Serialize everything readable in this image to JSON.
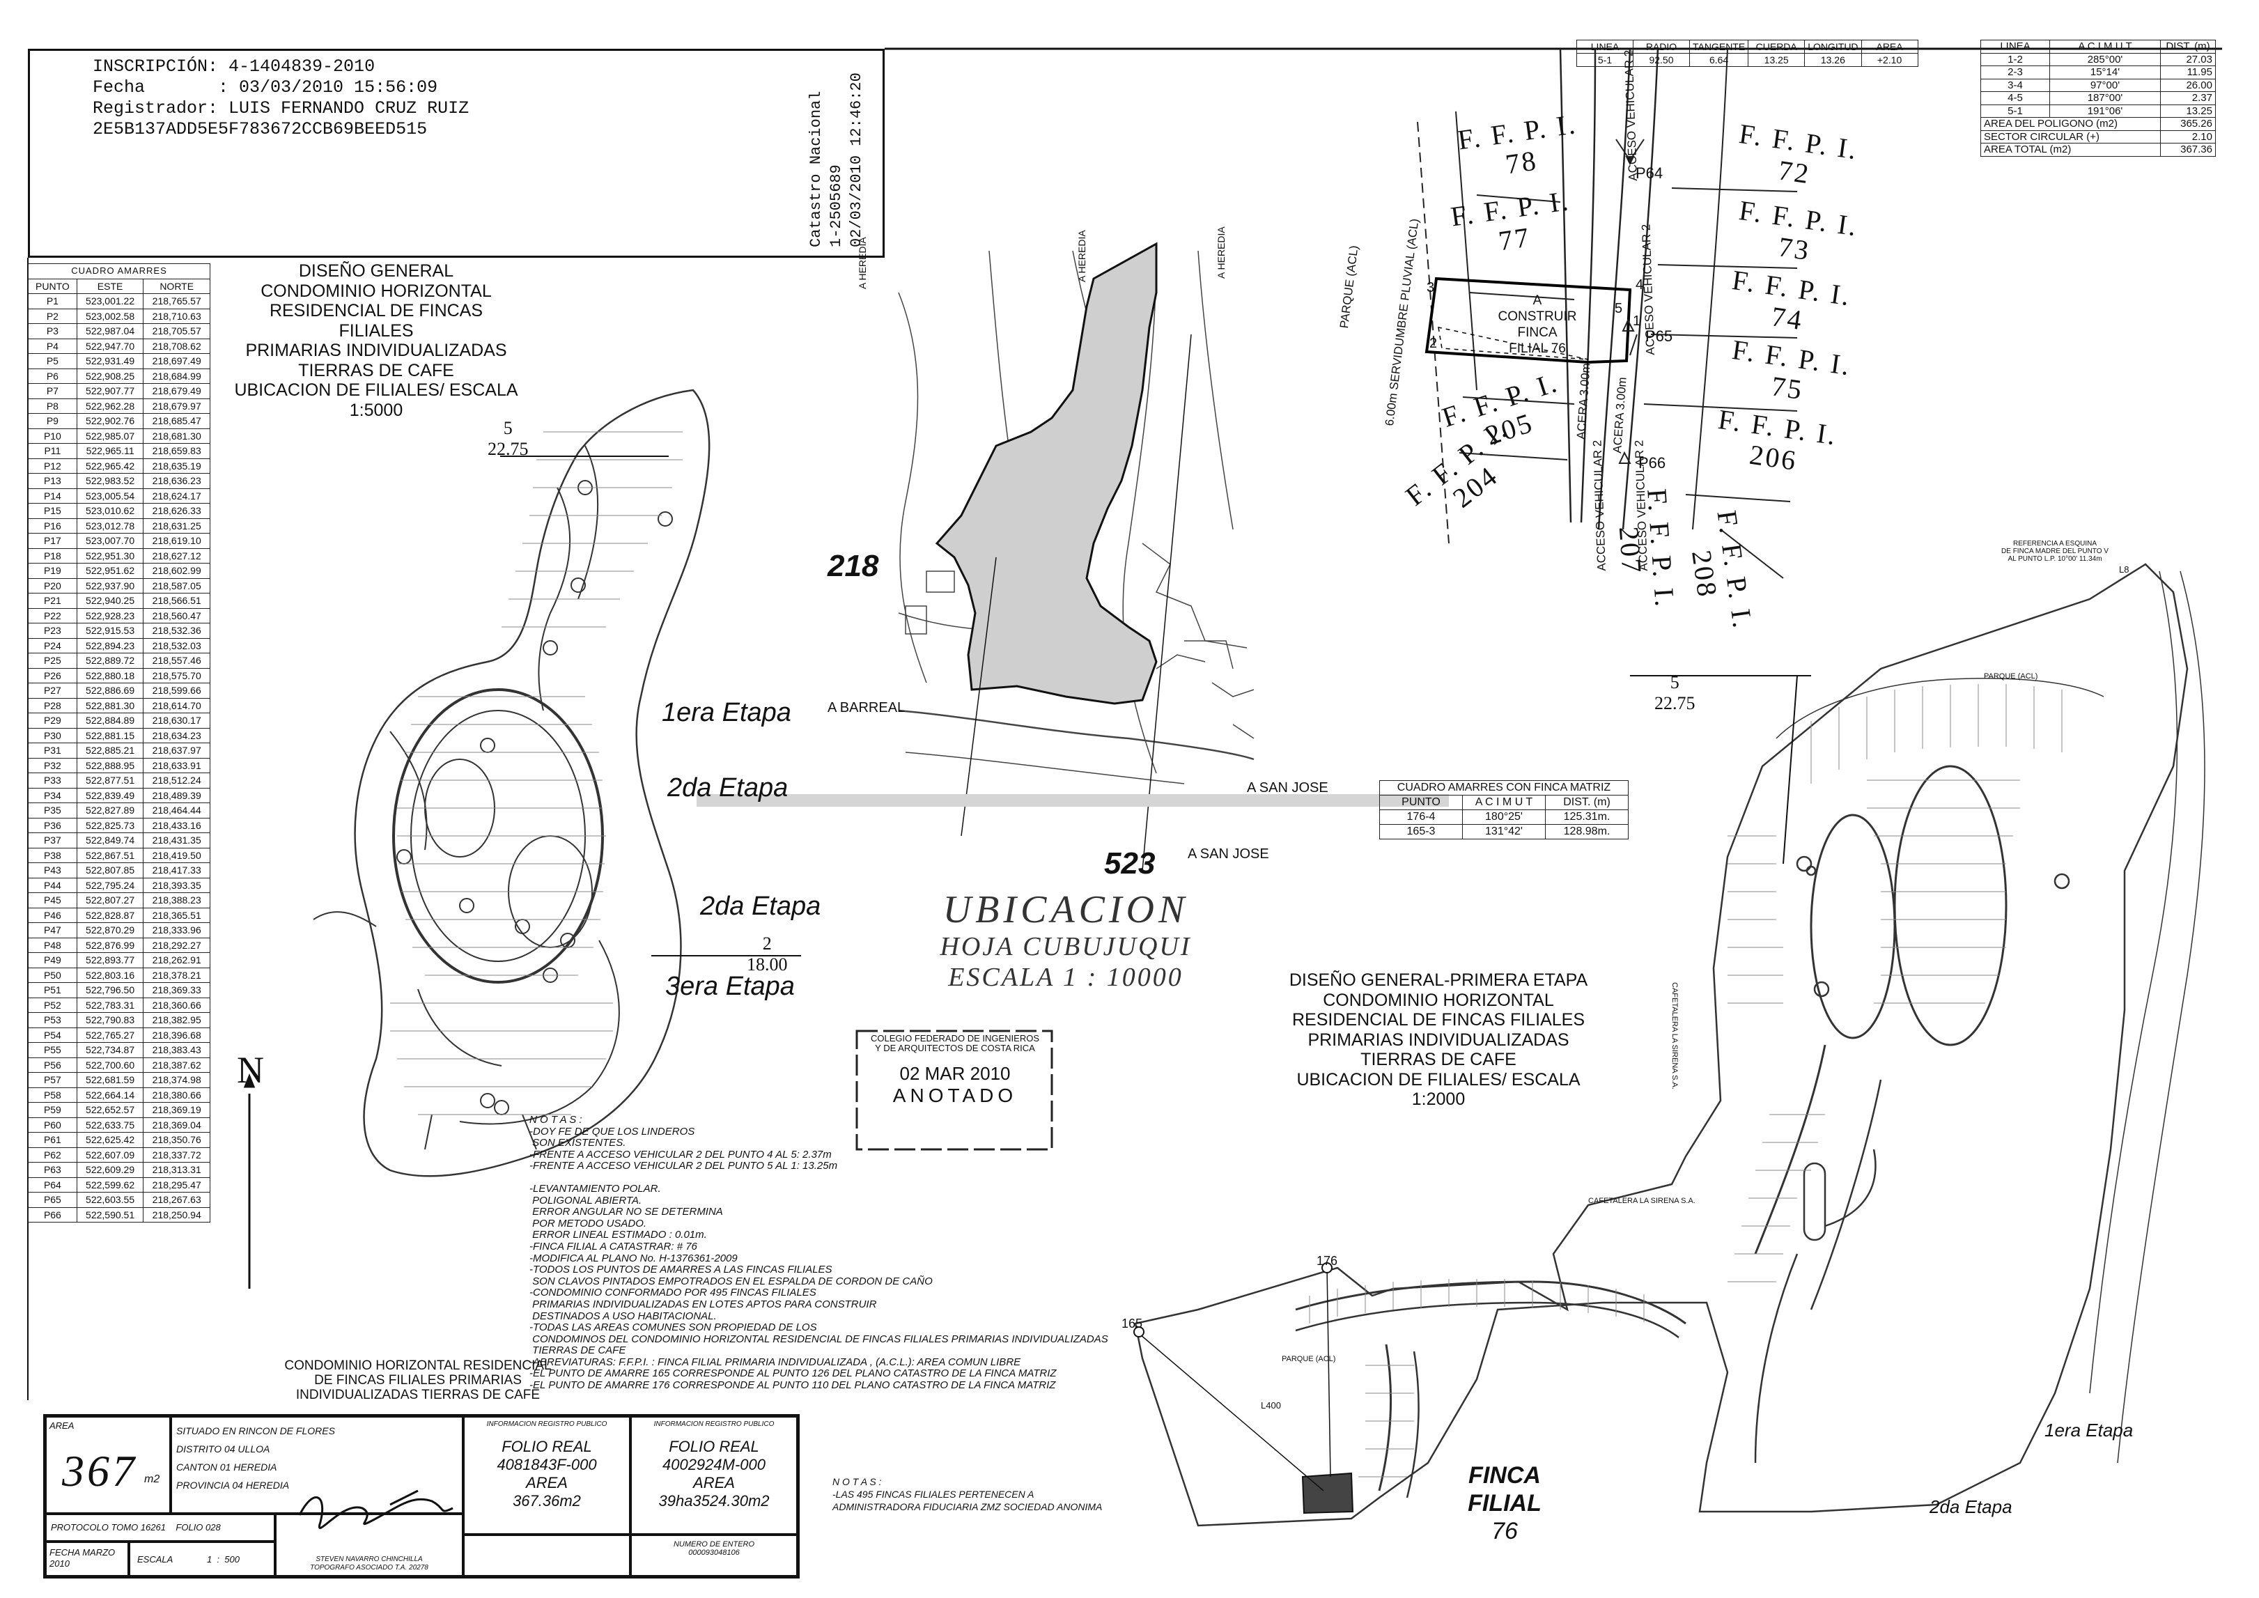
{
  "header": {
    "lines": [
      "INSCRIPCIÓN: 4-1404839-2010",
      "Fecha       : 03/03/2010 15:56:09",
      "Registrador: LUIS FERNANDO CRUZ RUIZ",
      "2E5B137ADD5E5F783672CCB69BEED515"
    ],
    "catastro_lines": [
      "Catastro Nacional",
      "1-2505689",
      "02/03/2010 12:46:20"
    ]
  },
  "amarres_table": {
    "caption": "CUADRO AMARRES",
    "headers": [
      "PUNTO",
      "ESTE",
      "NORTE"
    ],
    "rows": [
      [
        "P1",
        "523,001.22",
        "218,765.57"
      ],
      [
        "P2",
        "523,002.58",
        "218,710.63"
      ],
      [
        "P3",
        "522,987.04",
        "218,705.57"
      ],
      [
        "P4",
        "522,947.70",
        "218,708.62"
      ],
      [
        "P5",
        "522,931.49",
        "218,697.49"
      ],
      [
        "P6",
        "522,908.25",
        "218,684.99"
      ],
      [
        "P7",
        "522,907.77",
        "218,679.49"
      ],
      [
        "P8",
        "522,962.28",
        "218,679.97"
      ],
      [
        "P9",
        "522,902.76",
        "218,685.47"
      ],
      [
        "P10",
        "522,985.07",
        "218,681.30"
      ],
      [
        "P11",
        "522,965.11",
        "218,659.83"
      ],
      [
        "P12",
        "522,965.42",
        "218,635.19"
      ],
      [
        "P13",
        "522,983.52",
        "218,636.23"
      ],
      [
        "P14",
        "523,005.54",
        "218,624.17"
      ],
      [
        "P15",
        "523,010.62",
        "218,626.33"
      ],
      [
        "P16",
        "523,012.78",
        "218,631.25"
      ],
      [
        "P17",
        "523,007.70",
        "218,619.10"
      ],
      [
        "P18",
        "522,951.30",
        "218,627.12"
      ],
      [
        "P19",
        "522,951.62",
        "218,602.99"
      ],
      [
        "P20",
        "522,937.90",
        "218,587.05"
      ],
      [
        "P21",
        "522,940.25",
        "218,566.51"
      ],
      [
        "P22",
        "522,928.23",
        "218,560.47"
      ],
      [
        "P23",
        "522,915.53",
        "218,532.36"
      ],
      [
        "P24",
        "522,894.23",
        "218,532.03"
      ],
      [
        "P25",
        "522,889.72",
        "218,557.46"
      ],
      [
        "P26",
        "522,880.18",
        "218,575.70"
      ],
      [
        "P27",
        "522,886.69",
        "218,599.66"
      ],
      [
        "P28",
        "522,881.30",
        "218,614.70"
      ],
      [
        "P29",
        "522,884.89",
        "218,630.17"
      ],
      [
        "P30",
        "522,881.15",
        "218,634.23"
      ],
      [
        "P31",
        "522,885.21",
        "218,637.97"
      ],
      [
        "P32",
        "522,888.95",
        "218,633.91"
      ],
      [
        "P33",
        "522,877.51",
        "218,512.24"
      ],
      [
        "P34",
        "522,839.49",
        "218,489.39"
      ],
      [
        "P35",
        "522,827.89",
        "218,464.44"
      ],
      [
        "P36",
        "522,825.73",
        "218,433.16"
      ],
      [
        "P37",
        "522,849.74",
        "218,431.35"
      ],
      [
        "P38",
        "522,867.51",
        "218,419.50"
      ],
      [
        "P43",
        "522,807.85",
        "218,417.33"
      ],
      [
        "P44",
        "522,795.24",
        "218,393.35"
      ],
      [
        "P45",
        "522,807.27",
        "218,388.23"
      ],
      [
        "P46",
        "522,828.87",
        "218,365.51"
      ],
      [
        "P47",
        "522,870.29",
        "218,333.96"
      ],
      [
        "P48",
        "522,876.99",
        "218,292.27"
      ],
      [
        "P49",
        "522,893.77",
        "218,262.91"
      ],
      [
        "P50",
        "522,803.16",
        "218,378.21"
      ],
      [
        "P51",
        "522,796.50",
        "218,369.33"
      ],
      [
        "P52",
        "522,783.31",
        "218,360.66"
      ],
      [
        "P53",
        "522,790.83",
        "218,382.95"
      ],
      [
        "P54",
        "522,765.27",
        "218,396.68"
      ],
      [
        "P55",
        "522,734.87",
        "218,383.43"
      ],
      [
        "P56",
        "522,700.60",
        "218,387.62"
      ],
      [
        "P57",
        "522,681.59",
        "218,374.98"
      ],
      [
        "P58",
        "522,664.14",
        "218,380.66"
      ],
      [
        "P59",
        "522,652.57",
        "218,369.19"
      ],
      [
        "P60",
        "522,633.75",
        "218,369.04"
      ],
      [
        "P61",
        "522,625.42",
        "218,350.76"
      ],
      [
        "P62",
        "522,607.09",
        "218,337.72"
      ],
      [
        "P63",
        "522,609.29",
        "218,313.31"
      ],
      [
        "P64",
        "522,599.62",
        "218,295.47"
      ],
      [
        "P65",
        "522,603.55",
        "218,267.63"
      ],
      [
        "P66",
        "522,590.51",
        "218,250.94"
      ]
    ]
  },
  "curve_table": {
    "headers": [
      "LINEA",
      "RADIO",
      "TANGENTE",
      "CUERDA",
      "LONGITUD",
      "AREA"
    ],
    "row": [
      "5-1",
      "92.50",
      "6.64",
      "13.25",
      "13.26",
      "+2.10"
    ]
  },
  "lines_table": {
    "headers": [
      "LINEA",
      "A C I M U T",
      "DIST. (m)"
    ],
    "rows": [
      [
        "1-2",
        "285°00'",
        "27.03"
      ],
      [
        "2-3",
        "15°14'",
        "11.95"
      ],
      [
        "3-4",
        "97°00'",
        "26.00"
      ],
      [
        "4-5",
        "187°00'",
        "2.37"
      ],
      [
        "5-1",
        "191°06'",
        "13.25"
      ]
    ],
    "summary": [
      [
        "AREA DEL POLIGONO (m2)",
        "365.26"
      ],
      [
        "SECTOR CIRCULAR (+)",
        "2.10"
      ],
      [
        "AREA TOTAL (m2)",
        "367.36"
      ]
    ]
  },
  "matriz_table": {
    "caption": "CUADRO AMARRES CON FINCA MATRIZ",
    "headers": [
      "PUNTO",
      "A C I M U T",
      "DIST. (m)"
    ],
    "rows": [
      [
        "176-4",
        "180°25'",
        "125.31m."
      ],
      [
        "165-3",
        "131°42'",
        "128.98m."
      ]
    ]
  },
  "left_plan": {
    "title_lines": [
      "DISEÑO GENERAL",
      "CONDOMINIO HORIZONTAL",
      "RESIDENCIAL DE FINCAS FILIALES",
      "PRIMARIAS INDIVIDUALIZADAS",
      "TIERRAS DE CAFE",
      "UBICACION DE FILIALES/ ESCALA",
      "1:5000"
    ],
    "bottom_caption": [
      "CONDOMINIO HORIZONTAL RESIDENCIAL",
      "DE FINCAS FILIALES PRIMARIAS",
      "INDIVIDUALIZADAS TIERRAS DE CAFE"
    ],
    "stages": [
      "1era Etapa",
      "2da Etapa",
      "2da Etapa",
      "3era Etapa"
    ],
    "markers": [
      {
        "top": "5",
        "bottom": "22.75"
      },
      {
        "top": "2",
        "bottom": "18.00"
      }
    ],
    "north": "N"
  },
  "location_map": {
    "sheet_labels": [
      "218",
      "523"
    ],
    "place_labels": [
      "A BARREAL",
      "A SAN JOSE",
      "A SAN JOSE",
      "A HEREDIA",
      "A HEREDIA",
      "A HEREDIA"
    ],
    "title_lines": [
      "UBICACION",
      "HOJA CUBUJUQUI",
      "ESCALA 1 : 10000"
    ],
    "stamp": {
      "text": [
        "COLEGIO FEDERADO DE INGENIEROS",
        "Y DE ARQUITECTOS DE COSTA RICA"
      ],
      "date": "02 MAR 2010",
      "word": "ANOTADO"
    }
  },
  "detail": {
    "lots": [
      "F. F. P. I.\n78",
      "F. F. P. I.\n77",
      "F. F. P. I.\n205",
      "F. F. P. I.\n204",
      "F. F. P. I.\n72",
      "F. F. P. I.\n73",
      "F. F. P. I.\n74",
      "F. F. P. I.\n75",
      "F. F. P. I.\n206",
      "F. F. P. I.\n207",
      "F. F. P. I.\n208"
    ],
    "filial_lines": [
      "A",
      "CONSTRUIR",
      "FINCA",
      "FILIAL 76"
    ],
    "vertex_labels": [
      "1",
      "2",
      "3",
      "4",
      "5"
    ],
    "points": [
      "P64",
      "P65",
      "P66"
    ],
    "road_labels": [
      "ACCESO VEHICULAR 2",
      "ACCESO VEHICULAR 2",
      "ACCESO VEHICULAR 2",
      "ACCESO VEHICULAR 2",
      "ACERA 3.00m",
      "ACERA 3.00m"
    ],
    "dims": [
      "6.00m SERVIDUMBRE PLUVIAL (ACL)",
      "PARQUE (ACL)"
    ],
    "note_right": [
      "REFERENCIA A ESQUINA",
      "DE FINCA MADRE DEL PUNTO V",
      "AL PUNTO L.P. 10°00' 11.34m"
    ]
  },
  "right_plan": {
    "title_lines": [
      "DISEÑO GENERAL-PRIMERA ETAPA",
      "CONDOMINIO HORIZONTAL",
      "RESIDENCIAL DE FINCAS FILIALES",
      "PRIMARIAS INDIVIDUALIZADAS",
      "TIERRAS DE CAFE",
      "UBICACION DE FILIALES/ ESCALA",
      "1:2000"
    ],
    "marker": {
      "top": "5",
      "bottom": "22.75"
    },
    "stages": [
      "1era Etapa",
      "2da Etapa"
    ],
    "finca": [
      "FINCA",
      "FILIAL",
      "76"
    ],
    "labels": [
      "176",
      "165",
      "CAFETALERA LA SIRENA S.A.",
      "CAFETALERA LA SIRENA S.A.",
      "PARQUE (ACL)",
      "PARQUE (ACL)",
      "L400",
      "L8"
    ]
  },
  "notes": [
    "N O T A S :",
    "-DOY FE DE QUE LOS LINDEROS",
    " SON EXISTENTES.",
    "-FRENTE A ACCESO VEHICULAR 2 DEL PUNTO 4 AL 5: 2.37m",
    "-FRENTE A ACCESO VEHICULAR 2 DEL PUNTO 5 AL 1: 13.25m",
    "",
    "-LEVANTAMIENTO POLAR.",
    " POLIGONAL ABIERTA.",
    " ERROR ANGULAR NO SE DETERMINA",
    " POR METODO USADO.",
    " ERROR LINEAL ESTIMADO : 0.01m.",
    "-FINCA FILIAL A CATASTRAR: # 76",
    "-MODIFICA AL PLANO No. H-1376361-2009",
    "-TODOS LOS PUNTOS DE AMARRES A LAS FINCAS FILIALES",
    " SON CLAVOS PINTADOS EMPOTRADOS EN EL ESPALDA DE CORDON DE CAÑO",
    "-CONDOMINIO CONFORMADO POR 495 FINCAS FILIALES",
    " PRIMARIAS INDIVIDUALIZADAS EN LOTES APTOS PARA CONSTRUIR",
    " DESTINADOS A USO HABITACIONAL.",
    "-TODAS LAS AREAS COMUNES SON PROPIEDAD DE LOS",
    " CONDOMINOS DEL CONDOMINIO HORIZONTAL RESIDENCIAL DE FINCAS FILIALES PRIMARIAS INDIVIDUALIZADAS",
    " TIERRAS DE CAFE",
    "-ABREVIATURAS: F.F.P.I. : FINCA FILIAL PRIMARIA INDIVIDUALIZADA , (A.C.L.): AREA COMUN LIBRE",
    "-EL PUNTO DE AMARRE 165 CORRESPONDE AL PUNTO 126 DEL PLANO CATASTRO DE LA FINCA MATRIZ",
    "-EL PUNTO DE AMARRE 176 CORRESPONDE AL PUNTO 110 DEL PLANO CATASTRO DE LA FINCA MATRIZ"
  ],
  "notes2": [
    "N O T A S :",
    "-LAS 495 FINCAS FILIALES PERTENECEN A",
    "ADMINISTRADORA FIDUCIARIA ZMZ SOCIEDAD ANONIMA"
  ],
  "title_block": {
    "area_label": "AREA",
    "area_value": "367",
    "area_unit": "m2",
    "location": [
      "SITUADO EN RINCON DE FLORES",
      "DISTRITO 04 ULLOA",
      "CANTON 01 HEREDIA",
      "PROVINCIA 04 HEREDIA"
    ],
    "folio1": {
      "head": "INFORMACION REGISTRO PUBLICO",
      "l1": "FOLIO REAL",
      "l2": "4081843F-000",
      "l3": "AREA",
      "l4": "367.36m2"
    },
    "folio2": {
      "head": "INFORMACION REGISTRO PUBLICO",
      "l1": "FOLIO REAL",
      "l2": "4002924M-000",
      "l3": "AREA",
      "l4": "39ha3524.30m2"
    },
    "protocolo": "PROTOCOLO TOMO 16261    FOLIO 028",
    "fecha_label": "FECHA MARZO",
    "fecha_year": "2010",
    "escala_label": "ESCALA",
    "escala_value": "1  :  500",
    "surveyor": [
      "STEVEN NAVARRO CHINCHILLA",
      "TOPOGRAFO ASOCIADO T.A. 20278"
    ],
    "entero": [
      "NUMERO DE ENTERO",
      "000093048106"
    ]
  }
}
